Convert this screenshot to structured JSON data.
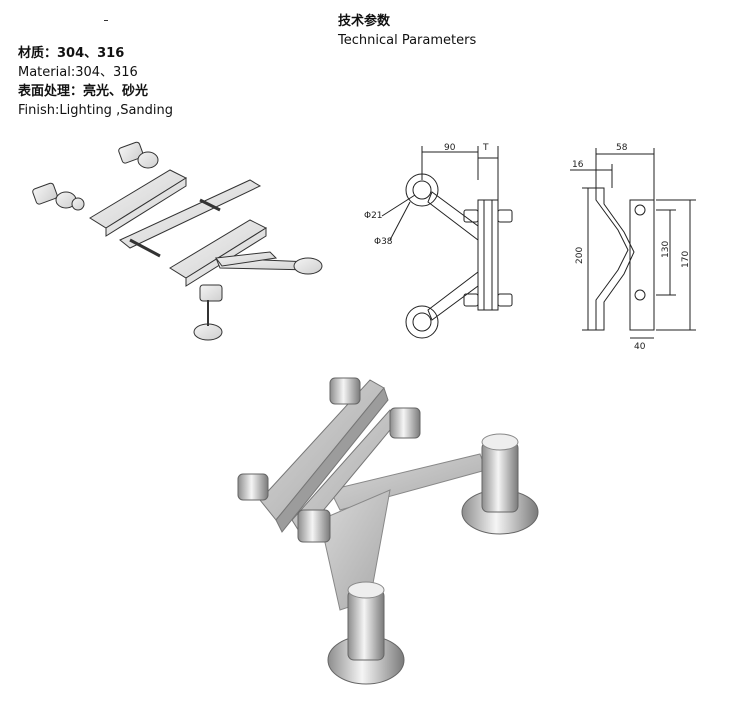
{
  "header": {
    "title_cn": "技术参数",
    "title_en": "Technical Parameters"
  },
  "specs": {
    "material_cn": "材质：304、316",
    "material_en": "Material:304、316",
    "finish_cn": "表面处理：亮光、砂光",
    "finish_en": "Finish:Lighting ,Sanding"
  },
  "front_drawing": {
    "dim_width": "90",
    "dim_thickness": "T",
    "dim_hole_small": "Φ21",
    "dim_hole_large": "Φ38"
  },
  "side_drawing": {
    "dim_top": "58",
    "dim_offset": "16",
    "dim_height_total": "200",
    "dim_hole_spacing": "130",
    "dim_plate_height": "170",
    "dim_base": "40"
  }
}
